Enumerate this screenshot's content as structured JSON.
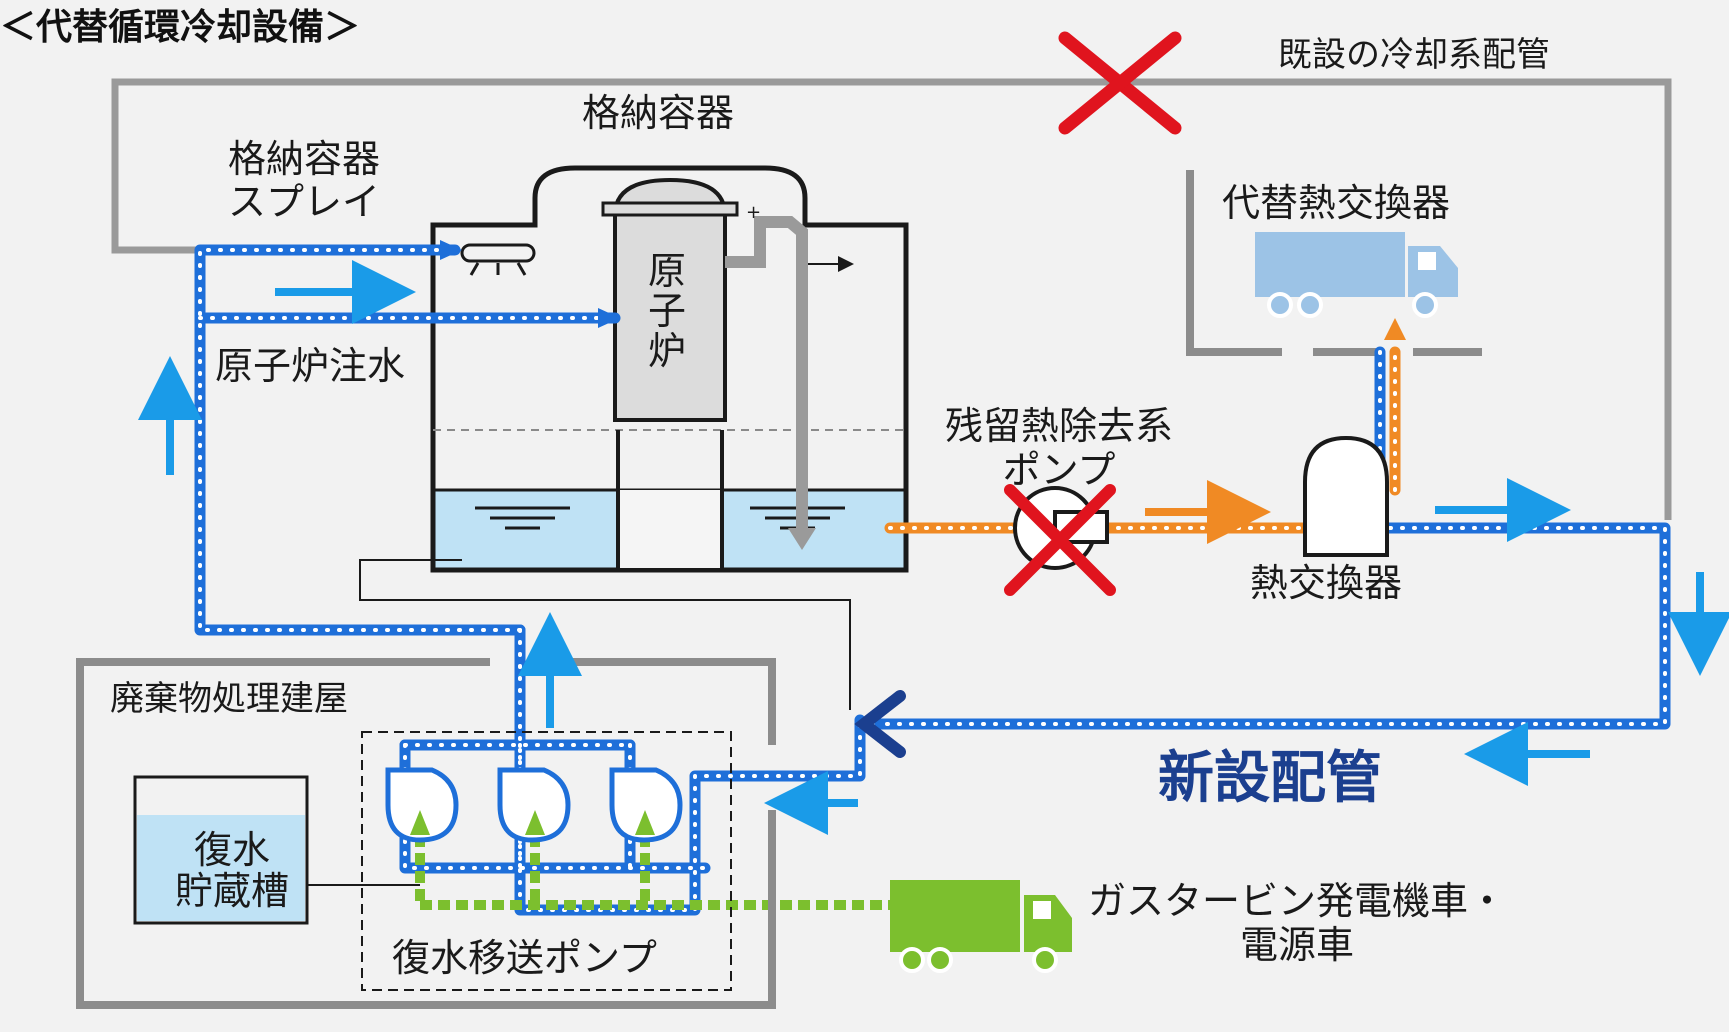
{
  "title": "＜代替循環冷却設備＞",
  "labels": {
    "existing_piping": "既設の冷却系配管",
    "containment_vessel": "格納容器",
    "containment_spray": "格納容器\nスプレイ",
    "reactor_injection": "原子炉注水",
    "reactor": "原\n子\n炉",
    "alt_heat_exchanger": "代替熱交換器",
    "rhr_pump": "残留熱除去系\nポンプ",
    "heat_exchanger": "熱交換器",
    "new_piping": "新設配管",
    "waste_building": "廃棄物処理建屋",
    "condensate_tank": "復水\n貯蔵槽",
    "condensate_pumps": "復水移送ポンプ",
    "power_truck": "ガスタービン発電機車・\n電源車"
  },
  "colors": {
    "flow_blue": "#1e6fd9",
    "new_pipe_dark": "#1b3f8f",
    "arrow_blue": "#1a9be8",
    "hot_orange": "#f08a24",
    "power_green": "#7cbf2e",
    "water": "#bfe2f5",
    "truck_blue": "#9cc3e6",
    "x_red": "#e0141e",
    "wall_gray": "#8c8c8c"
  }
}
